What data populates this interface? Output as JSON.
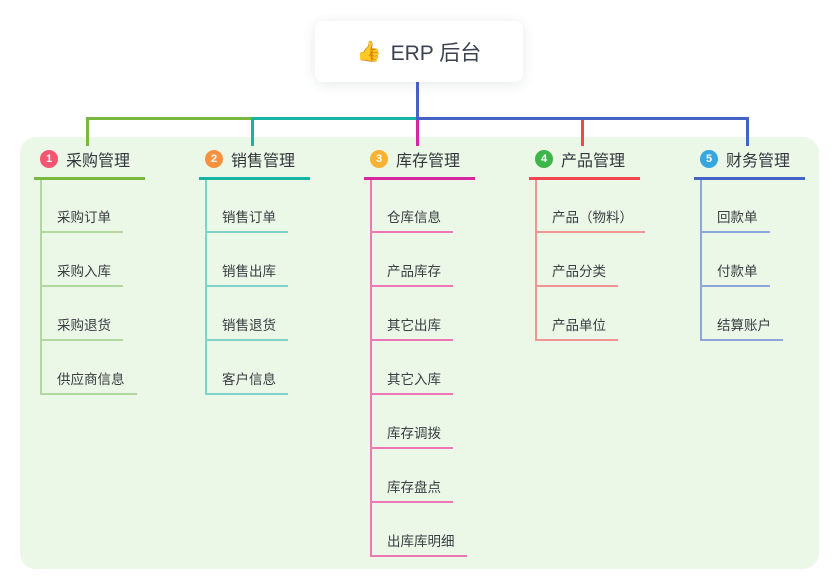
{
  "root": {
    "icon": "thumbs-up-icon",
    "icon_glyph": "👍",
    "label": "ERP 后台",
    "connector_color": "#4464C5"
  },
  "panel": {
    "background": "#EBF7E7"
  },
  "branches": [
    {
      "num": "1",
      "label": "采购管理",
      "badge_color": "#F25670",
      "line_color": "#77B83D",
      "line_light": "#B2D89F",
      "children": [
        "采购订单",
        "采购入库",
        "采购退货",
        "供应商信息"
      ]
    },
    {
      "num": "2",
      "label": "销售管理",
      "badge_color": "#F6913F",
      "line_color": "#17B3A3",
      "line_light": "#7FD3C8",
      "children": [
        "销售订单",
        "销售出库",
        "销售退货",
        "客户信息"
      ]
    },
    {
      "num": "3",
      "label": "库存管理",
      "badge_color": "#F9B234",
      "line_color": "#D8269E",
      "line_light": "#F077B6",
      "children": [
        "仓库信息",
        "产品库存",
        "其它出库",
        "其它入库",
        "库存调拨",
        "库存盘点",
        "出库库明细"
      ]
    },
    {
      "num": "4",
      "label": "产品管理",
      "badge_color": "#3CB54B",
      "line_color": "#F0484E",
      "line_light": "#F59494",
      "children": [
        "产品（物料）",
        "产品分类",
        "产品单位"
      ]
    },
    {
      "num": "5",
      "label": "财务管理",
      "badge_color": "#35A6DF",
      "line_color": "#4464C5",
      "line_light": "#8FA6DC",
      "children": [
        "回款单",
        "付款单",
        "结算账户"
      ]
    }
  ]
}
